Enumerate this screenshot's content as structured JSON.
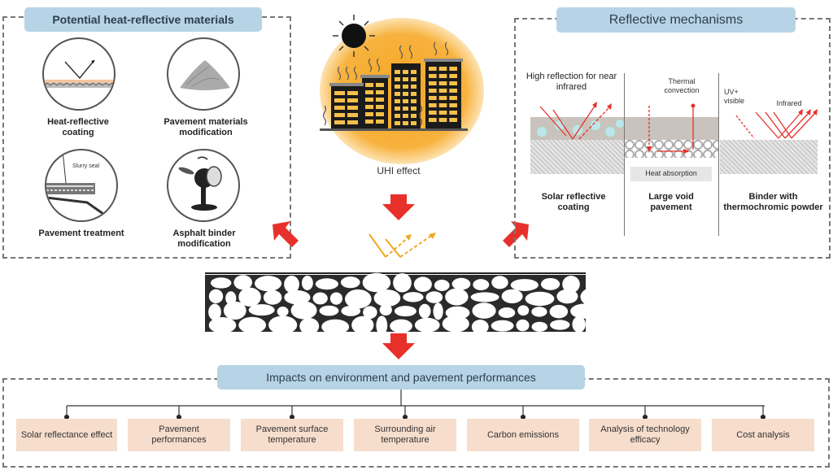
{
  "left_panel": {
    "title": "Potential heat-reflective materials",
    "items": [
      {
        "label": "Heat-reflective coating",
        "icon": "coating-reflection-icon"
      },
      {
        "label": "Pavement materials modification",
        "icon": "aggregate-pile-icon"
      },
      {
        "label": "Pavement treatment",
        "icon": "slurry-seal-icon",
        "inner_label": "Slurry seal"
      },
      {
        "label": "Asphalt binder modification",
        "icon": "binder-pour-icon"
      }
    ]
  },
  "center": {
    "uhi_label": "UHI effect",
    "icons": [
      "sun-icon",
      "city-buildings-icon"
    ]
  },
  "right_panel": {
    "title": "Reflective mechanisms",
    "columns": [
      {
        "top_label": "High reflection for near infrared",
        "label": "Solar reflective coating"
      },
      {
        "top_label": "Thermal convection",
        "inner_label": "Heat absorption",
        "label": "Large void pavement"
      },
      {
        "top_label_a": "UV+ visible",
        "top_label_b": "Infrared",
        "label": "Binder with thermochromic powder"
      }
    ]
  },
  "bottom_panel": {
    "title": "Impacts on environment and pavement performances",
    "items": [
      "Solar reflectance effect",
      "Pavement performances",
      "Pavement surface temperature",
      "Surrounding air temperature",
      "Carbon emissions",
      "Analysis of technology efficacy",
      "Cost analysis"
    ]
  },
  "colors": {
    "arrow_red": "#e8302a",
    "title_blue": "#b7d3e6",
    "impact_peach": "#f6ddcc",
    "glow_orange": "#f5a623",
    "light_ray": "#f0a820"
  }
}
